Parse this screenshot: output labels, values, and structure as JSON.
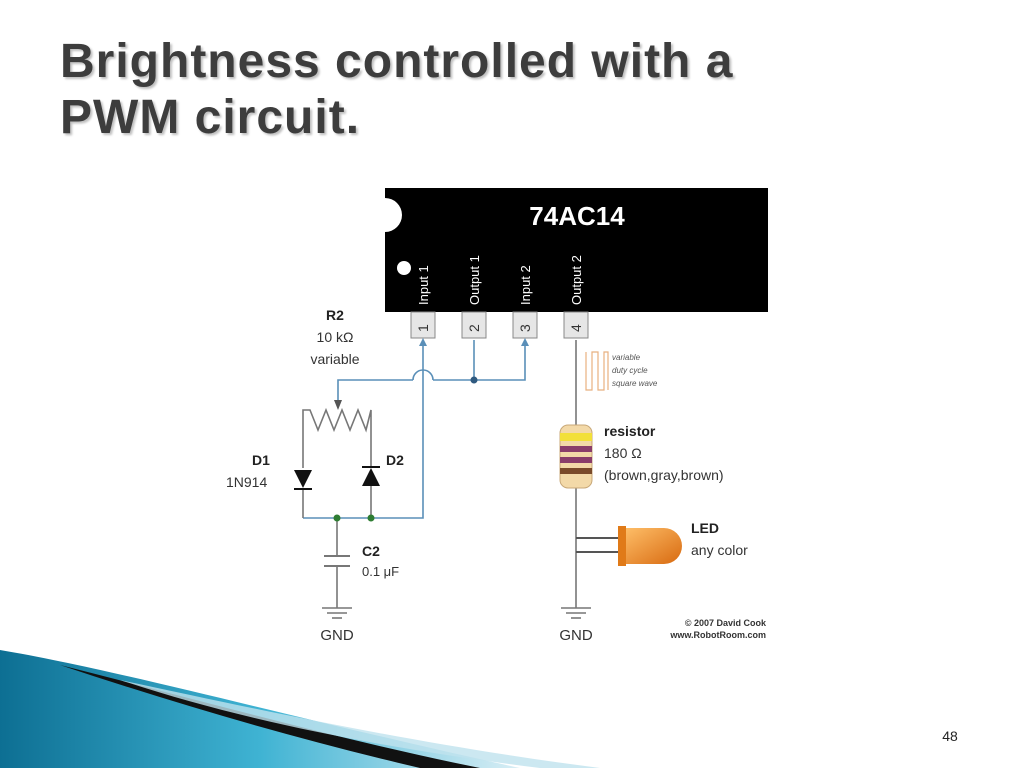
{
  "slide": {
    "title_line1": "Brightness controlled with a",
    "title_line2": "PWM circuit.",
    "page_number": "48"
  },
  "diagram": {
    "chip_name": "74AC14",
    "pins": [
      {
        "label": "Input 1",
        "number": "1"
      },
      {
        "label": "Output 1",
        "number": "2"
      },
      {
        "label": "Input 2",
        "number": "3"
      },
      {
        "label": "Output 2",
        "number": "4"
      }
    ],
    "r2": {
      "name": "R2",
      "value": "10 kΩ",
      "note": "variable"
    },
    "d1": {
      "name": "D1",
      "part": "1N914"
    },
    "d2": {
      "name": "D2"
    },
    "c2": {
      "name": "C2",
      "value": "0.1 μF"
    },
    "gnd_label": "GND",
    "waveform_label": [
      "variable",
      "duty cycle",
      "square wave"
    ],
    "resistor": {
      "name": "resistor",
      "value": "180 Ω",
      "colors": "(brown,gray,brown)"
    },
    "led": {
      "name": "LED",
      "note": "any color"
    },
    "credit_line1": "© 2007 David Cook",
    "credit_line2": "www.RobotRoom.com"
  },
  "colors": {
    "chip": "#000000",
    "wire": "#5a8fb8",
    "accent_swoosh": "#1f8fb4",
    "led": "#f08a1c",
    "title": "#3d3d3d"
  }
}
